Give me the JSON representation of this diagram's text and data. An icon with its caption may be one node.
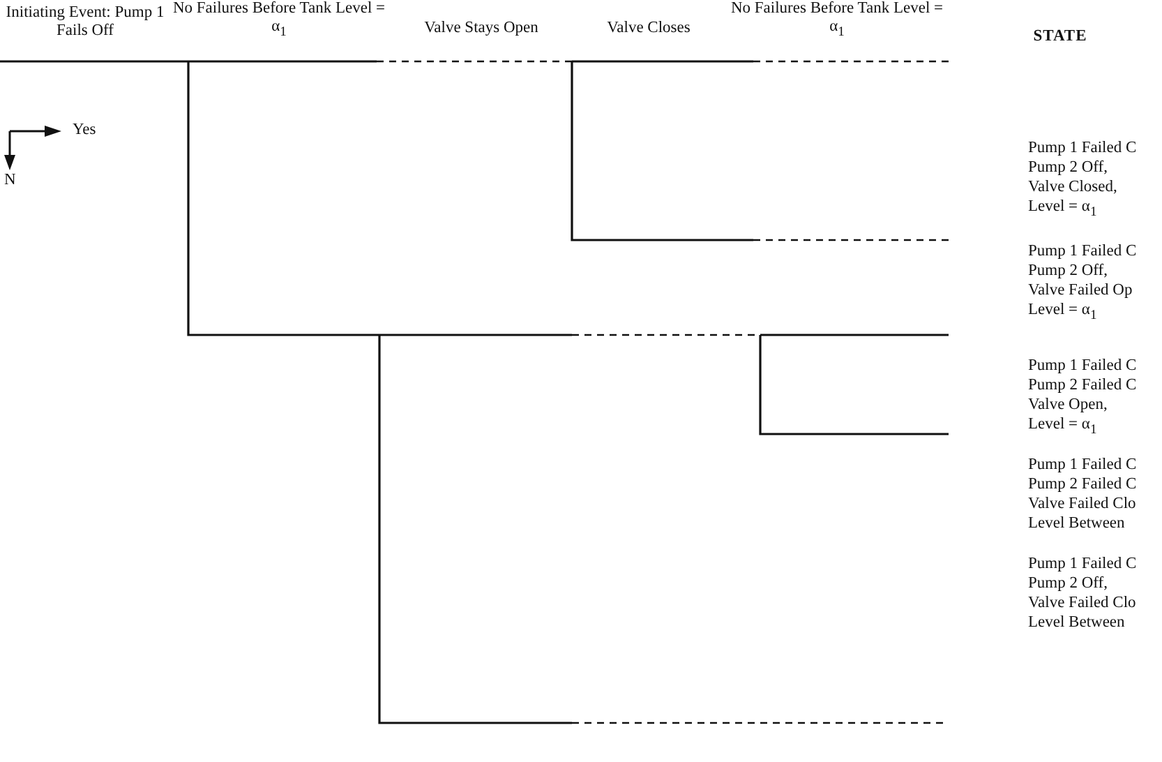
{
  "diagram": {
    "labels": [
      "Initiating Event: Pump 1 Fails Off",
      "No Failures Before Tank Level = α$_{1}$",
      "Valve Stays Open",
      "Valve Closes",
      "No Failures Before Tank Level = α$_{1}$",
      "STATE",
      "Yes",
      "N",
      "Pump 1 Failed C",
      "Pump 2 Off,",
      "Valve Closed,",
      "Level = α$_{1}$",
      "Pump 1 Failed C",
      "Pump 2 Off,",
      "Valve Failed Op",
      "Level = α$_{1}$",
      "Pump 1 Failed C",
      "Pump 2 Failed C",
      "Valve Open,",
      "Level = α$_{1}$",
      "Pump 1 Failed C",
      "Pump 2 Failed C",
      "Valve Failed Clo",
      "Level Between",
      "Pump 1 Failed C",
      "Pump 2 Off,",
      "Valve Failed Clo",
      "Level Between"
    ]
  }
}
